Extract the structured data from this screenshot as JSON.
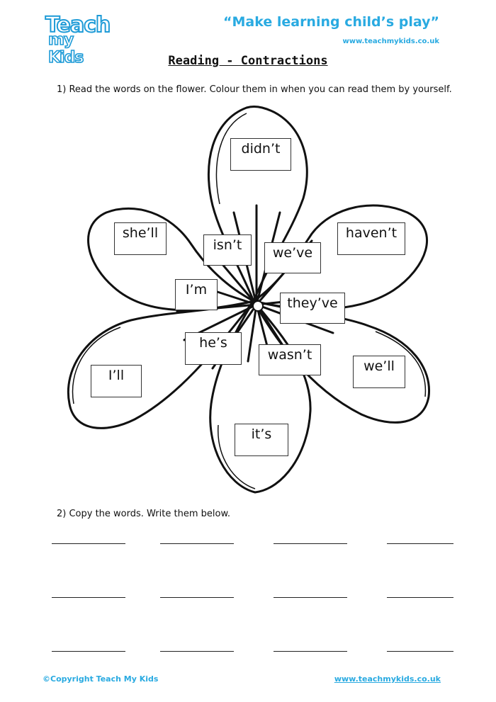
{
  "brand": {
    "logo_line1": "Teach",
    "logo_line2": "my Kids",
    "slogan": "“Make learning child’s play”",
    "website": "www.teachmykids.co.uk",
    "accent_color": "#29aae1"
  },
  "title": "Reading - Contractions",
  "question1": "1)  Read the words on the flower. Colour them in when you can read them by yourself.",
  "question2": "2)  Copy the words. Write them below.",
  "words": [
    "didn’t",
    "she’ll",
    "haven’t",
    "isn’t",
    "we’ve",
    "I’m",
    "they’ve",
    "he’s",
    "wasn’t",
    "I’ll",
    "we’ll",
    "it’s"
  ],
  "footer": {
    "copyright": "©Copyright Teach My Kids",
    "website": "www.teachmykids.co.uk"
  }
}
